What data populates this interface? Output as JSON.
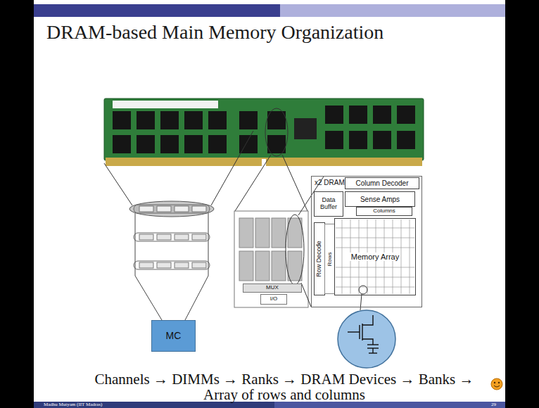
{
  "diagram": {
    "title": "DRAM-based Main Memory Organization",
    "caption": "Channels → DIMMs → Ranks → DRAM Devices → Banks → Array of rows and columns",
    "nodes": [
      {
        "text": [
          "x2 DRAM"
        ]
      },
      {
        "text": [
          "Column Decoder"
        ],
        "in": 0
      },
      {
        "text": [
          "Data Buffer"
        ],
        "in": 0
      },
      {
        "text": [
          "Sense Amps"
        ],
        "in": 0
      },
      {
        "text": [
          "Columns"
        ],
        "in": 0
      },
      {
        "text": [
          "Row Decode"
        ],
        "in": 0
      },
      {
        "text": [
          "Rows"
        ],
        "in": 0
      },
      {
        "text": [
          "Memory Array"
        ],
        "in": 0
      },
      {
        "text": [
          "MUX"
        ]
      },
      {
        "text": [
          "I/O"
        ]
      },
      {
        "text": [
          "MC"
        ]
      }
    ],
    "labels": [
      "Madhu Mutyam (IIT Madras)",
      "29"
    ]
  }
}
